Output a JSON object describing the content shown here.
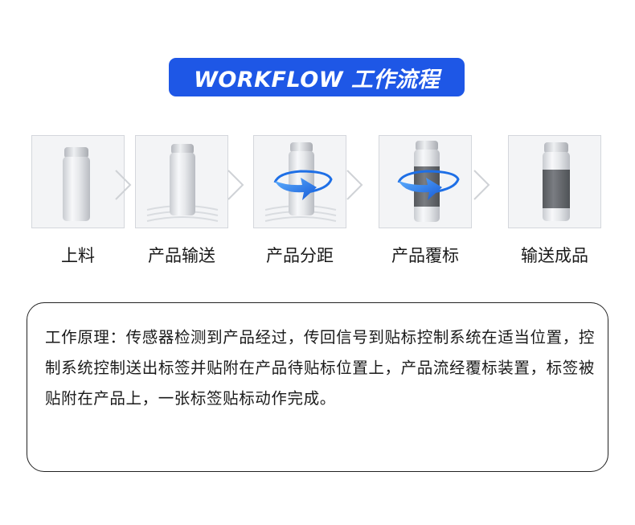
{
  "header": {
    "title": "WORKFLOW 工作流程"
  },
  "steps": [
    {
      "label": "上料"
    },
    {
      "label": "产品输送"
    },
    {
      "label": "产品分距"
    },
    {
      "label": "产品覆标"
    },
    {
      "label": "输送成品"
    }
  ],
  "description": {
    "text": "工作原理：传感器检测到产品经过，传回信号到贴标控制系统在适当位置，控制系统控制送出标签并贴附在产品待贴标位置上，产品流经覆标装置，标签被贴附在产品上，一张标签贴标动作完成。"
  },
  "colors": {
    "accent": "#1e57e6",
    "arrow": "#1e6fe6",
    "label_band": "#6b6e72"
  },
  "icons": [
    "chevron-right-icon",
    "rotate-arrow-icon",
    "bottle-icon"
  ]
}
